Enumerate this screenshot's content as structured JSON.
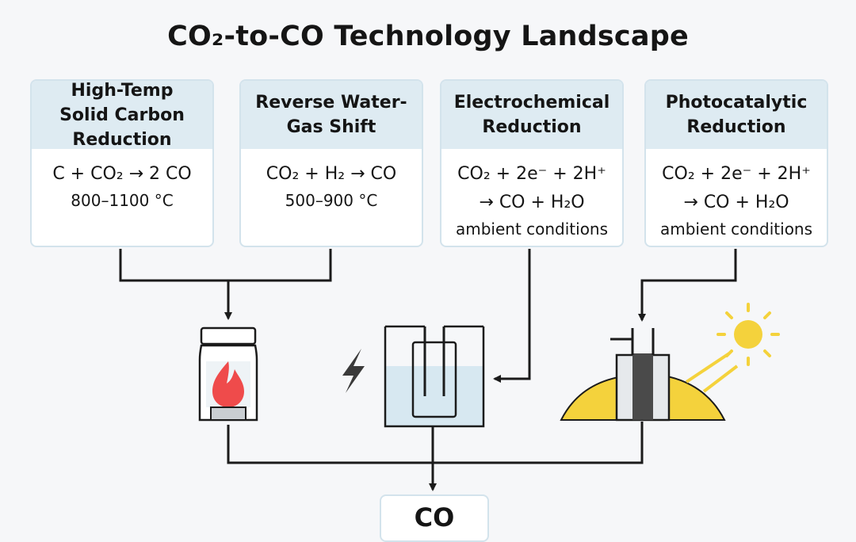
{
  "title": "CO₂-to-CO Technology Landscape",
  "technologies": [
    {
      "name": "High-Temp\nSolid Carbon\nReduction",
      "reaction": "C + CO₂ → 2 CO",
      "conditions": "800–1100 °C"
    },
    {
      "name": "Reverse Water-\nGas Shift",
      "reaction": "CO₂ + H₂ → CO",
      "conditions": "500–900 °C"
    },
    {
      "name": "Electrochemical\nReduction",
      "reaction": "CO₂ + 2e⁻ + 2H⁺\n→ CO + H₂O",
      "conditions": "ambient conditions"
    },
    {
      "name": "Photocatalytic\nReduction",
      "reaction": "CO₂ + 2e⁻ + 2H⁺\n→ CO + H₂O",
      "conditions": "ambient conditions"
    }
  ],
  "product": "CO",
  "icons": [
    "furnace-icon",
    "lightning-icon",
    "electrolysis-cell-icon",
    "photoreactor-icon",
    "sun-icon"
  ],
  "colors": {
    "card_header": "#deebf2",
    "card_border": "#d3e3ec",
    "flame": "#ef4b4b",
    "sun": "#f4d23c",
    "electrolyte": "#d7e8f1",
    "line": "#1b1b1b"
  }
}
